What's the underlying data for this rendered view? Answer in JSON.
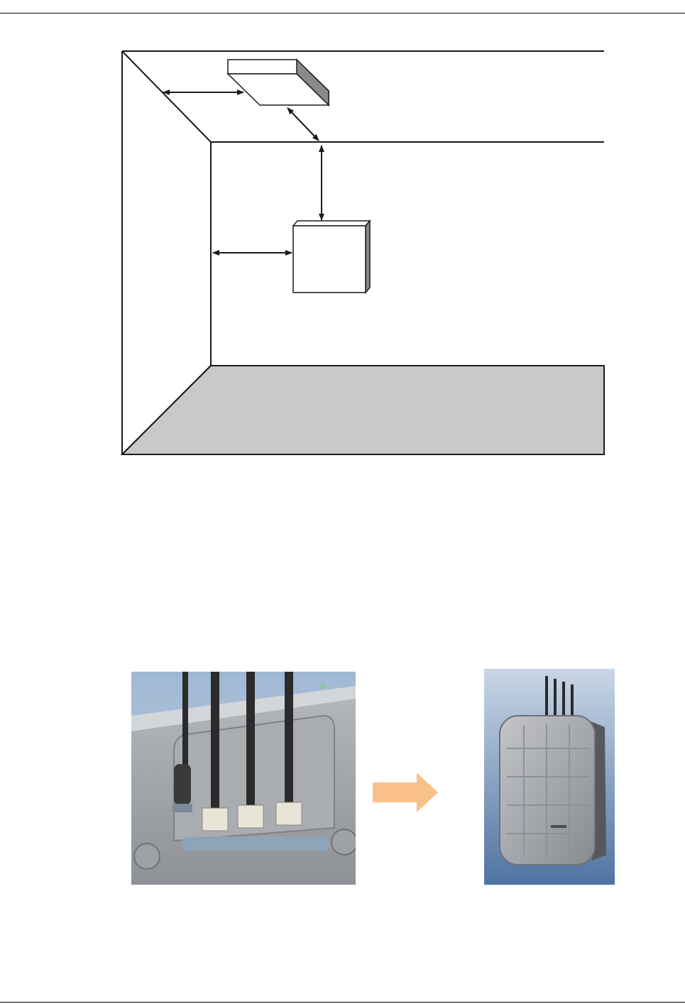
{
  "figures": [
    {
      "id": "room-installation-clearance-diagram",
      "text": ""
    },
    {
      "id": "antenna-connection-photo",
      "text": ""
    },
    {
      "id": "installed-access-point-photo",
      "text": ""
    }
  ],
  "colors": {
    "floor": "#c8c9cb",
    "line": "#1a1a1a",
    "arrow": "#f9c08a",
    "photo_bg_top": "#a8bcd6",
    "photo_bg_bottom": "#5d7ea8"
  }
}
